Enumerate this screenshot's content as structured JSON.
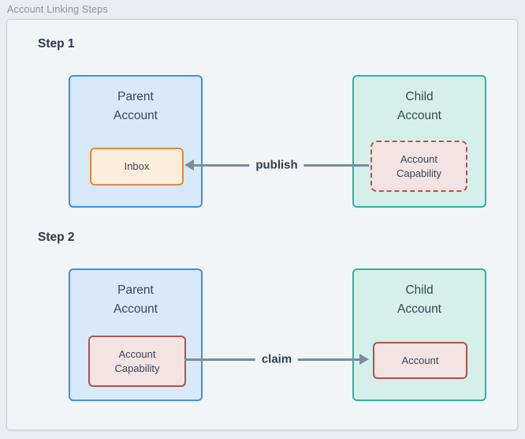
{
  "diagram_title": "Account Linking Steps",
  "steps": [
    {
      "label": "Step 1",
      "parent_account": {
        "title": "Parent\nAccount",
        "inner_box": "Inbox"
      },
      "child_account": {
        "title": "Child\nAccount",
        "inner_box": "Account\nCapability"
      },
      "arrow": {
        "label": "publish",
        "direction": "left",
        "from": "child_account.inner_box",
        "to": "parent_account.inner_box"
      }
    },
    {
      "label": "Step 2",
      "parent_account": {
        "title": "Parent\nAccount",
        "inner_box": "Account\nCapability"
      },
      "child_account": {
        "title": "Child\nAccount",
        "inner_box": "Account"
      },
      "arrow": {
        "label": "claim",
        "direction": "right",
        "from": "parent_account.inner_box",
        "to": "child_account.inner_box"
      }
    }
  ],
  "colors": {
    "page_background": "#e9edf2",
    "container_background": "#f1f5f8",
    "container_border": "#c9d2da",
    "parent_fill": "#d8e9fa",
    "parent_border": "#3f90e5",
    "child_fill": "#d5f0ea",
    "child_border": "#2eb3a3",
    "inbox_fill": "#fdeddc",
    "inbox_border": "#e6883b",
    "capability_fill": "#f3e3e3",
    "capability_border": "#ac5550",
    "arrow": "#7d8b9b",
    "text": "#394756",
    "title_text": "#8893a2"
  }
}
